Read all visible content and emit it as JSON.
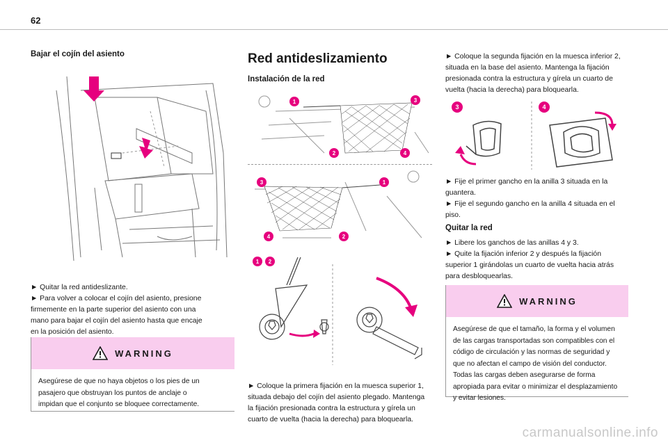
{
  "page": {
    "number": "62"
  },
  "left": {
    "subtitle": "Bajar el cojín del asiento",
    "lines": [
      "► Quitar la red antideslizante.",
      "► Para volver a colocar el cojín del asiento, presione",
      "firmemente en la parte superior del asiento con una",
      "mano para bajar el cojín del asiento hasta que encaje",
      "en la posición del asiento."
    ],
    "warning": {
      "title": "WARNING",
      "lines": [
        "Asegúrese de que no haya objetos o los pies de un",
        "pasajero que obstruyan los puntos de anclaje o",
        "impidan que el conjunto se bloquee correctamente."
      ]
    }
  },
  "middle": {
    "title": "Red antideslizamiento",
    "subtitle": "Instalación de la red",
    "markers": [
      "1",
      "2",
      "3",
      "4"
    ],
    "lines": [
      "► Coloque la primera fijación en la muesca superior 1,",
      "situada debajo del cojín del asiento plegado. Mantenga",
      "la fijación presionada contra la estructura y gírela un",
      "cuarto de vuelta (hacia la derecha) para bloquearla."
    ]
  },
  "right": {
    "lines_top": [
      "► Coloque la segunda fijación en la muesca inferior 2,",
      "situada en la base del asiento. Mantenga la fijación",
      "presionada contra la estructura y gírela un cuarto de",
      "vuelta (hacia la derecha) para bloquearla."
    ],
    "lines_mid": [
      "► Fije el primer gancho en la anilla 3 situada en la",
      "guantera.",
      "► Fije el segundo gancho en la anilla 4 situada en el",
      "piso."
    ],
    "subtitle": "Quitar la red",
    "lines_bottom": [
      "► Libere los ganchos de las anillas 4 y 3.",
      "► Quite la fijación inferior 2 y después la fijación",
      "superior 1 girándolas un cuarto de vuelta hacia atrás",
      "para desbloquearlas."
    ],
    "warning": {
      "title": "WARNING",
      "lines": [
        "Asegúrese de que el tamaño, la forma y el volumen",
        "de las cargas transportadas son compatibles con el",
        "código de circulación y las normas de seguridad y",
        "que no afectan el campo de visión del conductor.",
        "Todas las cargas deben asegurarse de forma",
        "apropiada para evitar o minimizar el desplazamiento",
        "y evitar lesiones."
      ]
    }
  },
  "footer": {
    "watermark": "carmanualsonline.info"
  },
  "colors": {
    "accent": "#e6007e",
    "warning_bg": "#f9cdee"
  }
}
